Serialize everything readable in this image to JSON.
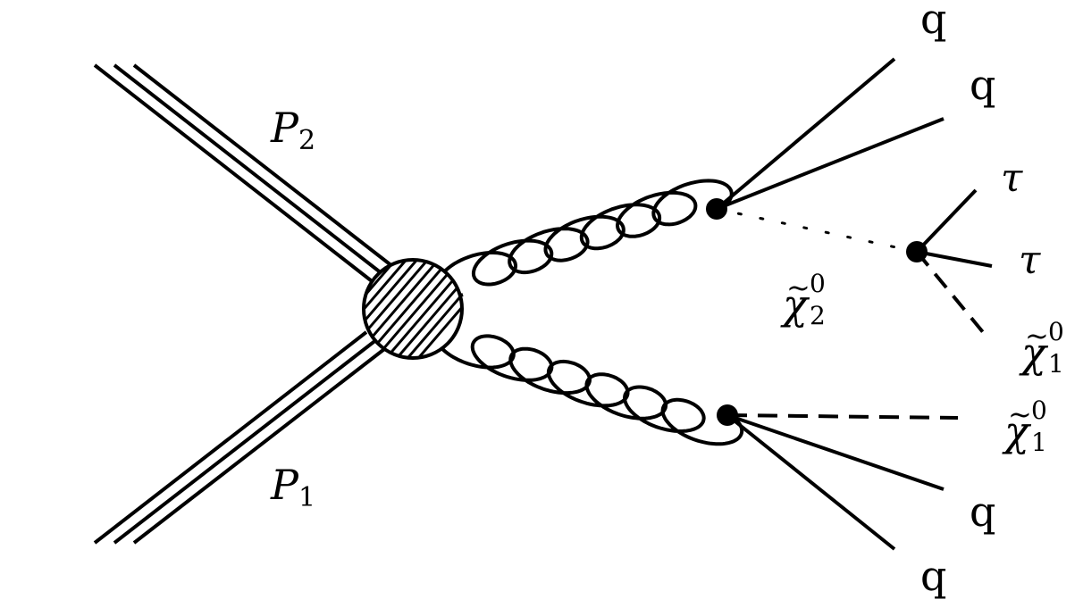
{
  "labels": {
    "proton_top": {
      "symbol": "P",
      "index": "2"
    },
    "proton_bottom": {
      "symbol": "P",
      "index": "1"
    },
    "quark_1": "q",
    "quark_2": "q",
    "quark_3": "q",
    "quark_4": "q",
    "tau_1": "τ",
    "tau_2": "τ",
    "neutralino_2": {
      "symbol": "χ",
      "tilde": "~",
      "sup": "0",
      "sub": "2"
    },
    "neutralino_1_upper": {
      "symbol": "χ",
      "tilde": "~",
      "sup": "0",
      "sub": "1"
    },
    "neutralino_1_lower": {
      "symbol": "χ",
      "tilde": "~",
      "sup": "0",
      "sub": "1"
    }
  },
  "colors": {
    "line": "#000000",
    "background": "#ffffff"
  }
}
